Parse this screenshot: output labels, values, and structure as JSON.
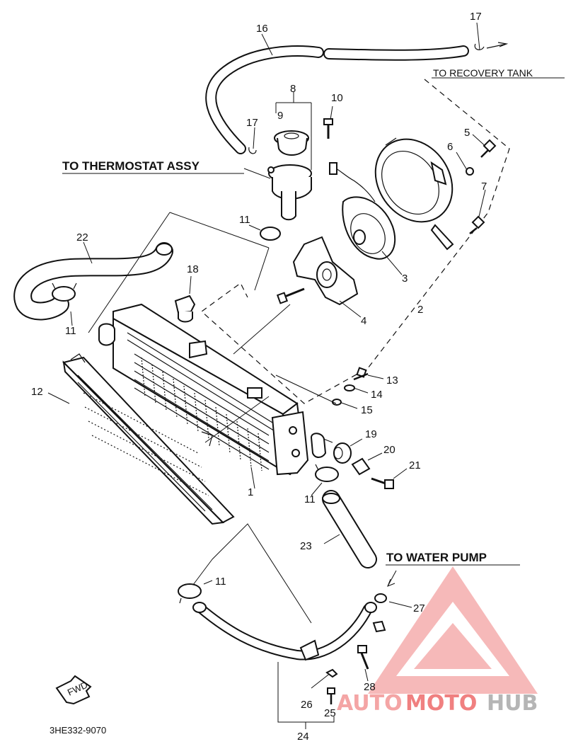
{
  "labels": {
    "to_recovery_tank": "TO RECOVERY TANK",
    "to_thermostat": "TO THERMOSTAT ASSY",
    "to_water_pump": "TO WATER PUMP",
    "fwd": "FWD",
    "diagram_code": "3HE332-9070"
  },
  "parts": {
    "p1": "1",
    "p2": "2",
    "p3": "3",
    "p4": "4",
    "p5": "5",
    "p6": "6",
    "p7": "7",
    "p8": "8",
    "p9": "9",
    "p10": "10",
    "p11a": "11",
    "p11b": "11",
    "p11c": "11",
    "p11d": "11",
    "p12": "12",
    "p13": "13",
    "p14": "14",
    "p15": "15",
    "p16": "16",
    "p17a": "17",
    "p17b": "17",
    "p18": "18",
    "p19": "19",
    "p20": "20",
    "p21": "21",
    "p22": "22",
    "p23": "23",
    "p24": "24",
    "p25": "25",
    "p26": "26",
    "p27": "27",
    "p28": "28"
  },
  "watermark": {
    "part1": "AUTO",
    "part2": "MOTO",
    "part3": "HUB",
    "color_light": "#f4b8b8",
    "color_dark": "#c9c9c9"
  }
}
